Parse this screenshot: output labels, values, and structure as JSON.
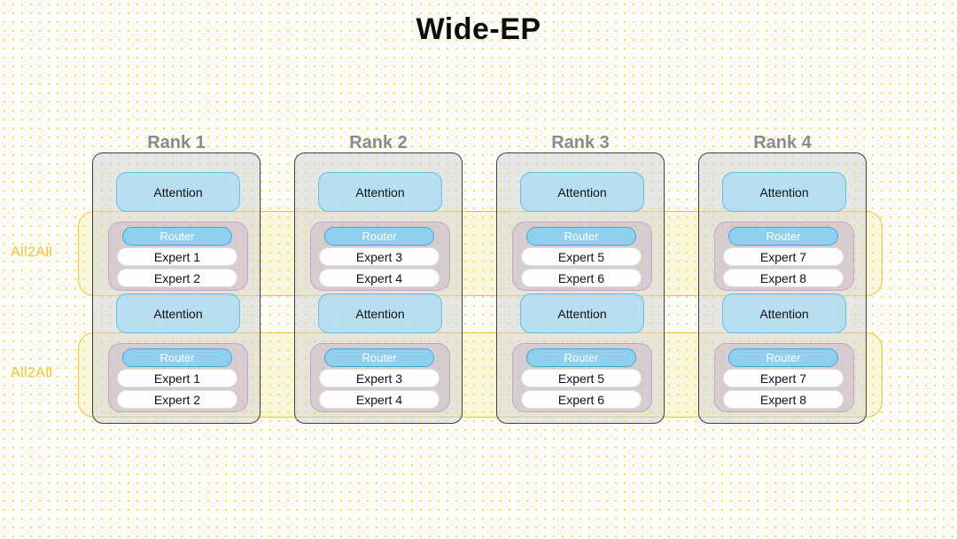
{
  "page": {
    "title": "Wide-EP",
    "accent_yellow": "#e8c53a",
    "accent_blue": "#5cc2ec",
    "accent_purple": "#c6a3cd",
    "rank_label_color": "#8b8b8b"
  },
  "all2all": [
    {
      "label": "All2All"
    },
    {
      "label": "All2All"
    }
  ],
  "ranks": [
    {
      "label": "Rank 1",
      "layers": [
        {
          "attention": "Attention",
          "router": "Router",
          "experts": [
            "Expert 1",
            "Expert 2"
          ]
        },
        {
          "attention": "Attention",
          "router": "Router",
          "experts": [
            "Expert 1",
            "Expert 2"
          ]
        }
      ]
    },
    {
      "label": "Rank 2",
      "layers": [
        {
          "attention": "Attention",
          "router": "Router",
          "experts": [
            "Expert 3",
            "Expert 4"
          ]
        },
        {
          "attention": "Attention",
          "router": "Router",
          "experts": [
            "Expert 3",
            "Expert 4"
          ]
        }
      ]
    },
    {
      "label": "Rank 3",
      "layers": [
        {
          "attention": "Attention",
          "router": "Router",
          "experts": [
            "Expert 5",
            "Expert 6"
          ]
        },
        {
          "attention": "Attention",
          "router": "Router",
          "experts": [
            "Expert 5",
            "Expert 6"
          ]
        }
      ]
    },
    {
      "label": "Rank 4",
      "layers": [
        {
          "attention": "Attention",
          "router": "Router",
          "experts": [
            "Expert 7",
            "Expert 8"
          ]
        },
        {
          "attention": "Attention",
          "router": "Router",
          "experts": [
            "Expert 7",
            "Expert 8"
          ]
        }
      ]
    }
  ]
}
